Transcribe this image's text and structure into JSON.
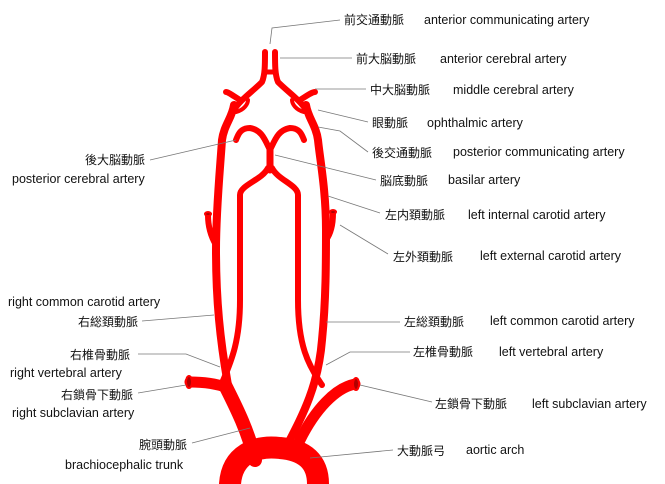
{
  "labels": {
    "acom": {
      "ja": "前交通動脈",
      "en": "anterior communicating artery"
    },
    "aca": {
      "ja": "前大脳動脈",
      "en": "anterior cerebral artery"
    },
    "mca": {
      "ja": "中大脳動脈",
      "en": "middle cerebral artery"
    },
    "oph": {
      "ja": "眼動脈",
      "en": "ophthalmic artery"
    },
    "pcom": {
      "ja": "後交通動脈",
      "en": "posterior communicating artery"
    },
    "basilar": {
      "ja": "脳底動脈",
      "en": "basilar artery"
    },
    "lica": {
      "ja": "左内頚動脈",
      "en": "left internal carotid artery"
    },
    "leca": {
      "ja": "左外頚動脈",
      "en": "left external carotid artery"
    },
    "lcca": {
      "ja": "左総頚動脈",
      "en": "left common carotid artery"
    },
    "lva": {
      "ja": "左椎骨動脈",
      "en": "left vertebral artery"
    },
    "lsa": {
      "ja": "左鎖骨下動脈",
      "en": "left subclavian artery"
    },
    "arch": {
      "ja": "大動脈弓",
      "en": "aortic arch"
    },
    "pca": {
      "ja": "後大脳動脈",
      "en": "posterior cerebral artery"
    },
    "rcca": {
      "ja": "右総頚動脈",
      "en": "right common carotid artery"
    },
    "rva": {
      "ja": "右椎骨動脈",
      "en": "right vertebral artery"
    },
    "rsa": {
      "ja": "右鎖骨下動脈",
      "en": "right subclavian artery"
    },
    "bct": {
      "ja": "腕頭動脈",
      "en": "brachiocephalic trunk"
    }
  },
  "colors": {
    "artery": "#ff0000",
    "artery_dark": "#b00000",
    "leader": "#777777"
  }
}
